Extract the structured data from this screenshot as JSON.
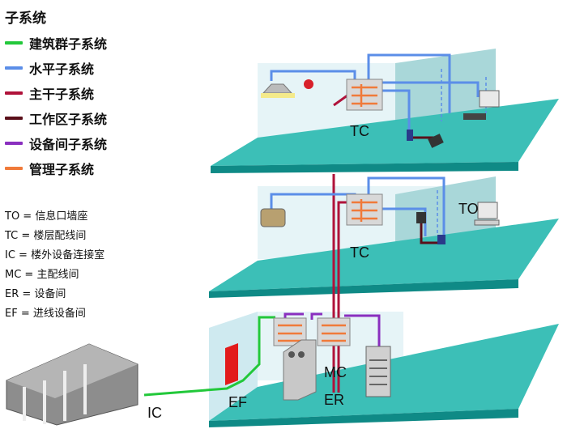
{
  "legend": {
    "title": "子系统",
    "items": [
      {
        "label": "建筑群子系统",
        "color": "#22c83a"
      },
      {
        "label": "水平子系统",
        "color": "#5b8ee8"
      },
      {
        "label": "主干子系统",
        "color": "#b0123a"
      },
      {
        "label": "工作区子系统",
        "color": "#5a0f1a"
      },
      {
        "label": "设备间子系统",
        "color": "#8a2fbf"
      },
      {
        "label": "管理子系统",
        "color": "#f07a3a"
      }
    ]
  },
  "abbreviations": [
    "TO = 信息口墙座",
    "TC = 楼层配线间",
    "IC = 楼外设备连接室",
    "MC = 主配线间",
    "ER = 设备间",
    "EF = 进线设备间"
  ],
  "labels": {
    "tc_top": "TC",
    "tc_mid": "TC",
    "to_mid": "TO",
    "mc": "MC",
    "er": "ER",
    "ef": "EF",
    "ic": "IC"
  },
  "colors": {
    "floor_top": "#3cbfb7",
    "floor_front": "#0f8a86",
    "wall": "#cfeaf0",
    "wall_back": "#e6f4f7",
    "partition": "#a9d7d9"
  }
}
